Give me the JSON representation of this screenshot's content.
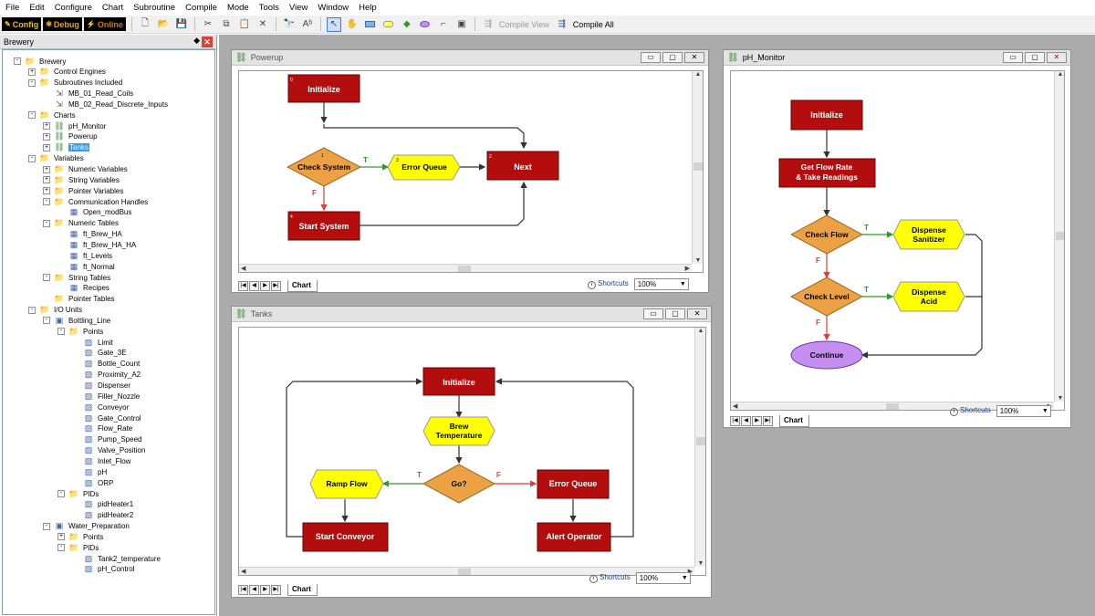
{
  "menu": [
    "File",
    "Edit",
    "Configure",
    "Chart",
    "Subroutine",
    "Compile",
    "Mode",
    "Tools",
    "View",
    "Window",
    "Help"
  ],
  "toolbar": {
    "config_label": "Config",
    "debug_label": "Debug",
    "online_label": "Online",
    "compile_view_label": "Compile View",
    "compile_all_label": "Compile All",
    "colors": {
      "config": "#f2c200",
      "debug": "#e8a600",
      "online": "#cc7a00"
    }
  },
  "left_pane": {
    "title": "Brewery",
    "tree": [
      {
        "label": "Brewery",
        "level": 0,
        "exp": "-",
        "icon": "folder"
      },
      {
        "label": "Control Engines",
        "level": 1,
        "exp": "+",
        "icon": "folder"
      },
      {
        "label": "Subroutines Included",
        "level": 1,
        "exp": "-",
        "icon": "folder"
      },
      {
        "label": "MB_01_Read_Coils",
        "level": 2,
        "exp": "",
        "icon": "sub"
      },
      {
        "label": "MB_02_Read_Discrete_Inputs",
        "level": 2,
        "exp": "",
        "icon": "sub"
      },
      {
        "label": "Charts",
        "level": 1,
        "exp": "-",
        "icon": "folder"
      },
      {
        "label": "pH_Monitor",
        "level": 2,
        "exp": "+",
        "icon": "chart"
      },
      {
        "label": "Powerup",
        "level": 2,
        "exp": "+",
        "icon": "chart"
      },
      {
        "label": "Tanks",
        "level": 2,
        "exp": "+",
        "icon": "chart",
        "selected": true
      },
      {
        "label": "Variables",
        "level": 1,
        "exp": "-",
        "icon": "folder"
      },
      {
        "label": "Numeric Variables",
        "level": 2,
        "exp": "+",
        "icon": "folder"
      },
      {
        "label": "String Variables",
        "level": 2,
        "exp": "+",
        "icon": "folder"
      },
      {
        "label": "Pointer Variables",
        "level": 2,
        "exp": "+",
        "icon": "folder"
      },
      {
        "label": "Communication Handles",
        "level": 2,
        "exp": "-",
        "icon": "folder"
      },
      {
        "label": "Open_modBus",
        "level": 3,
        "exp": "",
        "icon": "var"
      },
      {
        "label": "Numeric Tables",
        "level": 2,
        "exp": "-",
        "icon": "folder"
      },
      {
        "label": "ft_Brew_HA",
        "level": 3,
        "exp": "",
        "icon": "var"
      },
      {
        "label": "ft_Brew_HA_HA",
        "level": 3,
        "exp": "",
        "icon": "var"
      },
      {
        "label": "ft_Levels",
        "level": 3,
        "exp": "",
        "icon": "var"
      },
      {
        "label": "ft_Normal",
        "level": 3,
        "exp": "",
        "icon": "var"
      },
      {
        "label": "String Tables",
        "level": 2,
        "exp": "-",
        "icon": "folder"
      },
      {
        "label": "Recipes",
        "level": 3,
        "exp": "",
        "icon": "var"
      },
      {
        "label": "Pointer Tables",
        "level": 2,
        "exp": "",
        "icon": "folder"
      },
      {
        "label": "I/O Units",
        "level": 1,
        "exp": "-",
        "icon": "folder"
      },
      {
        "label": "Bottling_Line",
        "level": 2,
        "exp": "-",
        "icon": "io"
      },
      {
        "label": "Points",
        "level": 3,
        "exp": "-",
        "icon": "folder"
      },
      {
        "label": "Limit",
        "level": 4,
        "exp": "",
        "icon": "point"
      },
      {
        "label": "Gate_3E",
        "level": 4,
        "exp": "",
        "icon": "point"
      },
      {
        "label": "Bottle_Count",
        "level": 4,
        "exp": "",
        "icon": "point"
      },
      {
        "label": "Proximity_A2",
        "level": 4,
        "exp": "",
        "icon": "point"
      },
      {
        "label": "Dispenser",
        "level": 4,
        "exp": "",
        "icon": "point"
      },
      {
        "label": "Filler_Nozzle",
        "level": 4,
        "exp": "",
        "icon": "point"
      },
      {
        "label": "Conveyor",
        "level": 4,
        "exp": "",
        "icon": "point"
      },
      {
        "label": "Gate_Control",
        "level": 4,
        "exp": "",
        "icon": "point"
      },
      {
        "label": "Flow_Rate",
        "level": 4,
        "exp": "",
        "icon": "point"
      },
      {
        "label": "Pump_Speed",
        "level": 4,
        "exp": "",
        "icon": "point"
      },
      {
        "label": "Valve_Position",
        "level": 4,
        "exp": "",
        "icon": "point"
      },
      {
        "label": "Inlet_Flow",
        "level": 4,
        "exp": "",
        "icon": "point"
      },
      {
        "label": "pH",
        "level": 4,
        "exp": "",
        "icon": "point"
      },
      {
        "label": "ORP",
        "level": 4,
        "exp": "",
        "icon": "point"
      },
      {
        "label": "PIDs",
        "level": 3,
        "exp": "-",
        "icon": "folder"
      },
      {
        "label": "pidHeater1",
        "level": 4,
        "exp": "",
        "icon": "point"
      },
      {
        "label": "pidHeater2",
        "level": 4,
        "exp": "",
        "icon": "point"
      },
      {
        "label": "Water_Preparation",
        "level": 2,
        "exp": "-",
        "icon": "io"
      },
      {
        "label": "Points",
        "level": 3,
        "exp": "+",
        "icon": "folder"
      },
      {
        "label": "PIDs",
        "level": 3,
        "exp": "-",
        "icon": "folder"
      },
      {
        "label": "Tank2_temperature",
        "level": 4,
        "exp": "",
        "icon": "point"
      },
      {
        "label": "pH_Control",
        "level": 4,
        "exp": "",
        "icon": "point"
      }
    ]
  },
  "windows": {
    "powerup": {
      "title": "Powerup",
      "tab": "Chart",
      "shortcuts": "Shortcuts",
      "zoom": "100%",
      "blocks": {
        "initialize": "Initialize",
        "check_system": "Check System",
        "error_queue": "Error Queue",
        "next": "Next",
        "start_system": "Start System"
      },
      "ids": {
        "initialize": "0",
        "check_system": "1",
        "error_queue": "3",
        "next": "2",
        "start_system": "4"
      },
      "labels": {
        "t": "T",
        "f": "F"
      }
    },
    "tanks": {
      "title": "Tanks",
      "tab": "Chart",
      "shortcuts": "Shortcuts",
      "zoom": "100%",
      "blocks": {
        "initialize": "Initialize",
        "brew_temp_1": "Brew",
        "brew_temp_2": "Temperature",
        "go": "Go?",
        "ramp_flow": "Ramp Flow",
        "error_queue": "Error Queue",
        "start_conveyor": "Start Conveyor",
        "alert_operator": "Alert Operator"
      },
      "labels": {
        "t": "T",
        "f": "F"
      }
    },
    "ph_monitor": {
      "title": "pH_Monitor",
      "tab": "Chart",
      "shortcuts": "Shortcuts",
      "zoom": "100%",
      "blocks": {
        "initialize": "Initialize",
        "flow_1": "Get Flow Rate",
        "flow_2": "& Take Readings",
        "check_flow": "Check Flow",
        "dispense_san_1": "Dispense",
        "dispense_san_2": "Sanitizer",
        "check_level": "Check Level",
        "dispense_acid_1": "Dispense",
        "dispense_acid_2": "Acid",
        "continue": "Continue"
      },
      "labels": {
        "t1": "T",
        "f1": "F",
        "t2": "T",
        "f2": "F"
      }
    }
  },
  "colors": {
    "action": "#b40d0d",
    "condition": "#eca244",
    "continue": "#c58ef0",
    "oblock": "#ffff00",
    "true": "#2e9a2e",
    "false": "#e03a3a"
  }
}
